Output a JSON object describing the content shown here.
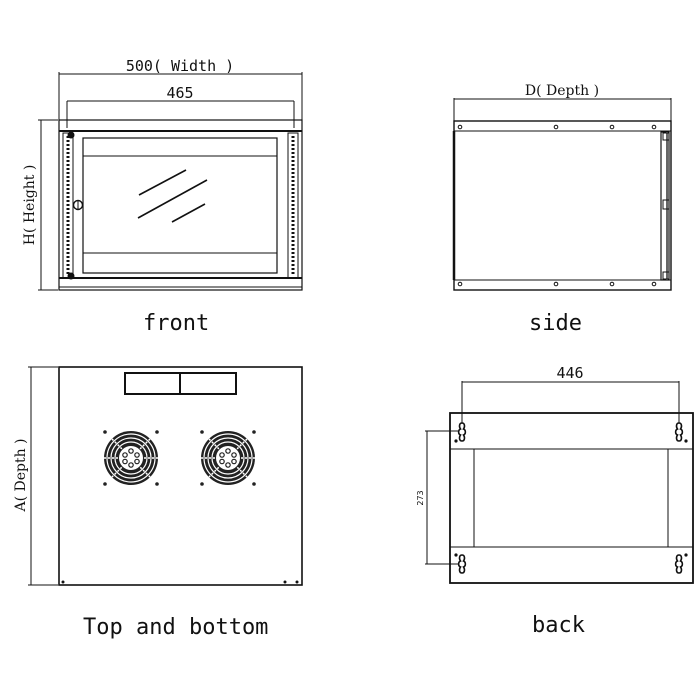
{
  "views": {
    "front": {
      "caption": "front",
      "dim_width_label": "500( Width )",
      "dim_inner_width_label": "465",
      "dim_height_label": "H( Height )"
    },
    "side": {
      "caption": "side",
      "dim_depth_label": "D( Depth )"
    },
    "top_bottom": {
      "caption": "Top and bottom",
      "dim_depth_label": "A( Depth )",
      "fan_count": 2
    },
    "back": {
      "caption": "back",
      "dim_hole_spacing_h": "446",
      "dim_hole_spacing_v": "273"
    }
  },
  "colors": {
    "line": "#111111",
    "background": "#ffffff"
  }
}
